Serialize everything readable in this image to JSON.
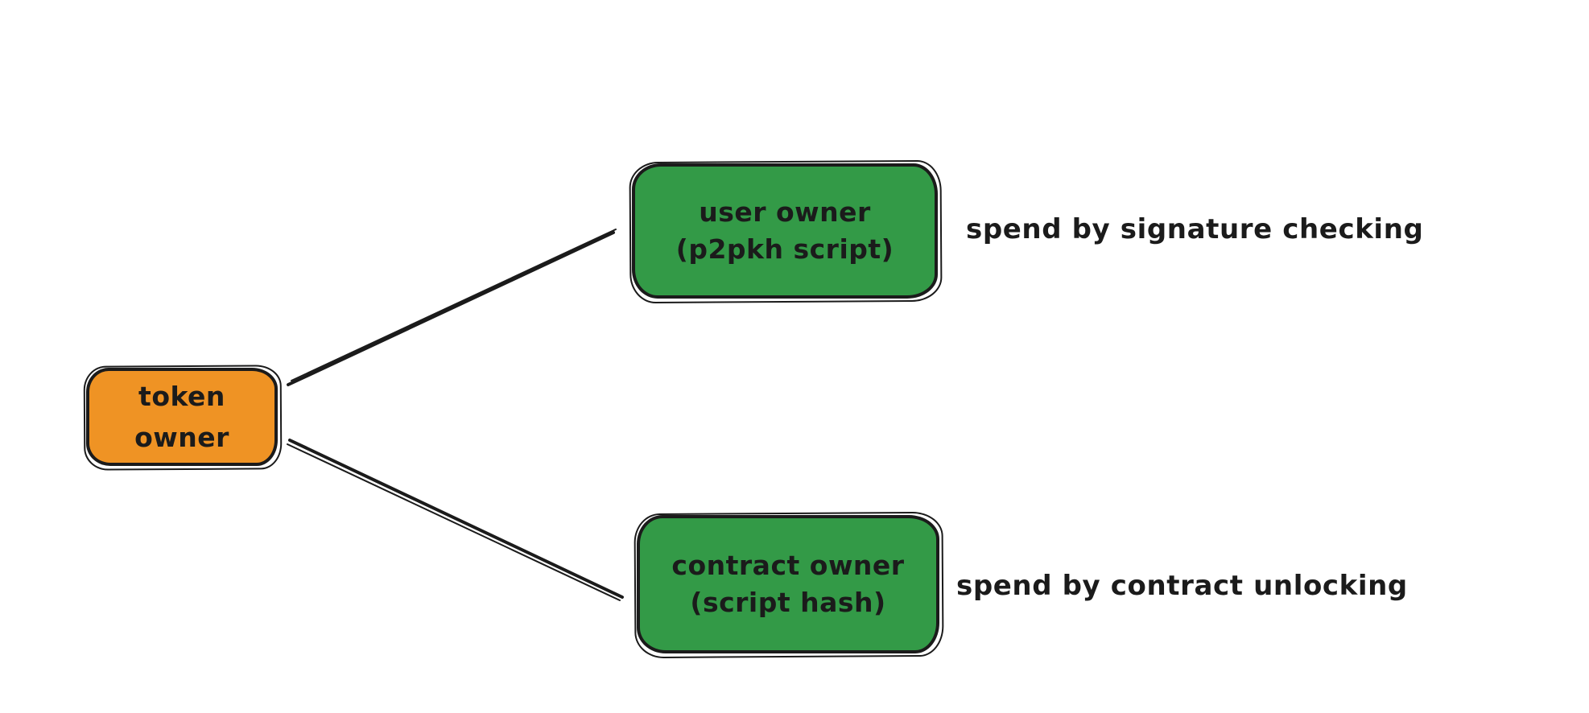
{
  "diagram": {
    "background": "#ffffff",
    "stroke_color": "#1b1b1b",
    "nodes": [
      {
        "id": "token-owner",
        "lines": [
          "token",
          "owner"
        ],
        "fill": "#ef9324"
      },
      {
        "id": "user-owner",
        "lines": [
          "user owner",
          "(p2pkh script)"
        ],
        "fill": "#339a47"
      },
      {
        "id": "contract-owner",
        "lines": [
          "contract owner",
          "(script hash)"
        ],
        "fill": "#339a47"
      }
    ],
    "edges": [
      {
        "from": "token-owner",
        "to": "user-owner"
      },
      {
        "from": "token-owner",
        "to": "contract-owner"
      }
    ],
    "annotations": [
      {
        "id": "user-owner-note",
        "text": "spend by signature checking"
      },
      {
        "id": "contract-owner-note",
        "text": "spend by contract unlocking"
      }
    ]
  }
}
